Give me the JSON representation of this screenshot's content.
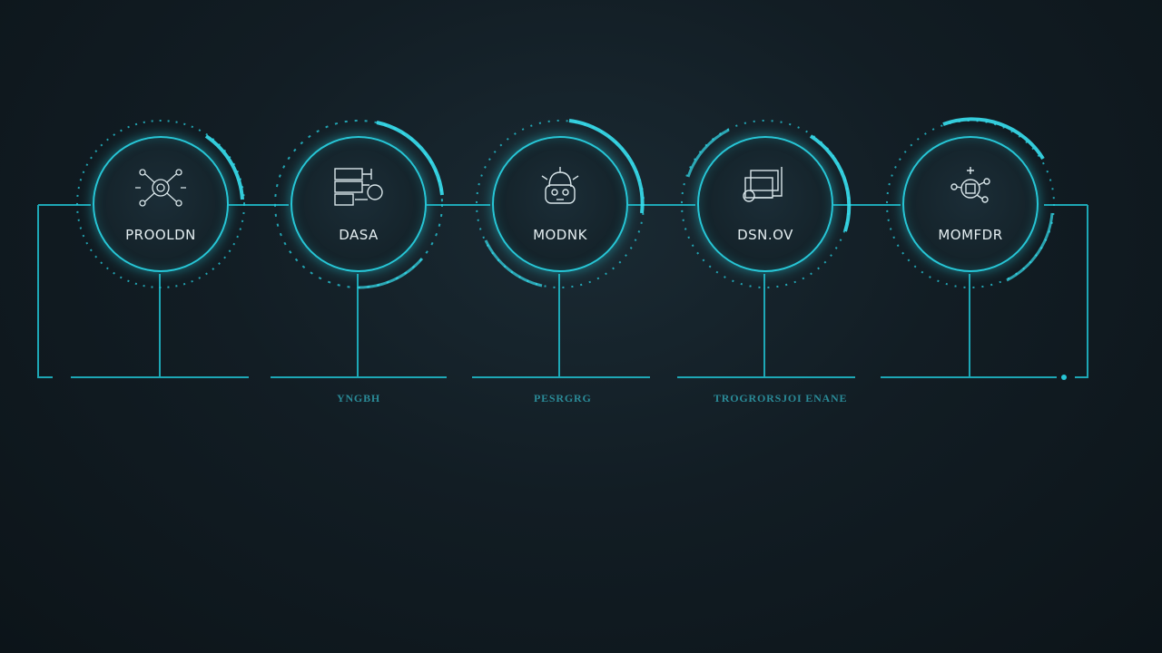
{
  "colors": {
    "accent": "#27c6d6",
    "background": "#121d24",
    "label": "#e4eef1",
    "heading": "#2a8a97",
    "body_text": "#39616b"
  },
  "steps": [
    {
      "label": "PROOLDN",
      "icon": "network-icon",
      "heading": "",
      "body": ""
    },
    {
      "label": "DASA",
      "icon": "database-icon",
      "heading": "YNGBH",
      "body": ""
    },
    {
      "label": "MODNK",
      "icon": "robot-icon",
      "heading": "PESRGRG",
      "body": ""
    },
    {
      "label": "DSN.OV",
      "icon": "server-icon",
      "heading": "TROGRORSJOI ENANE",
      "body": ""
    },
    {
      "label": "MOMFDR",
      "icon": "monitor-icon",
      "heading": "",
      "body": ""
    }
  ]
}
